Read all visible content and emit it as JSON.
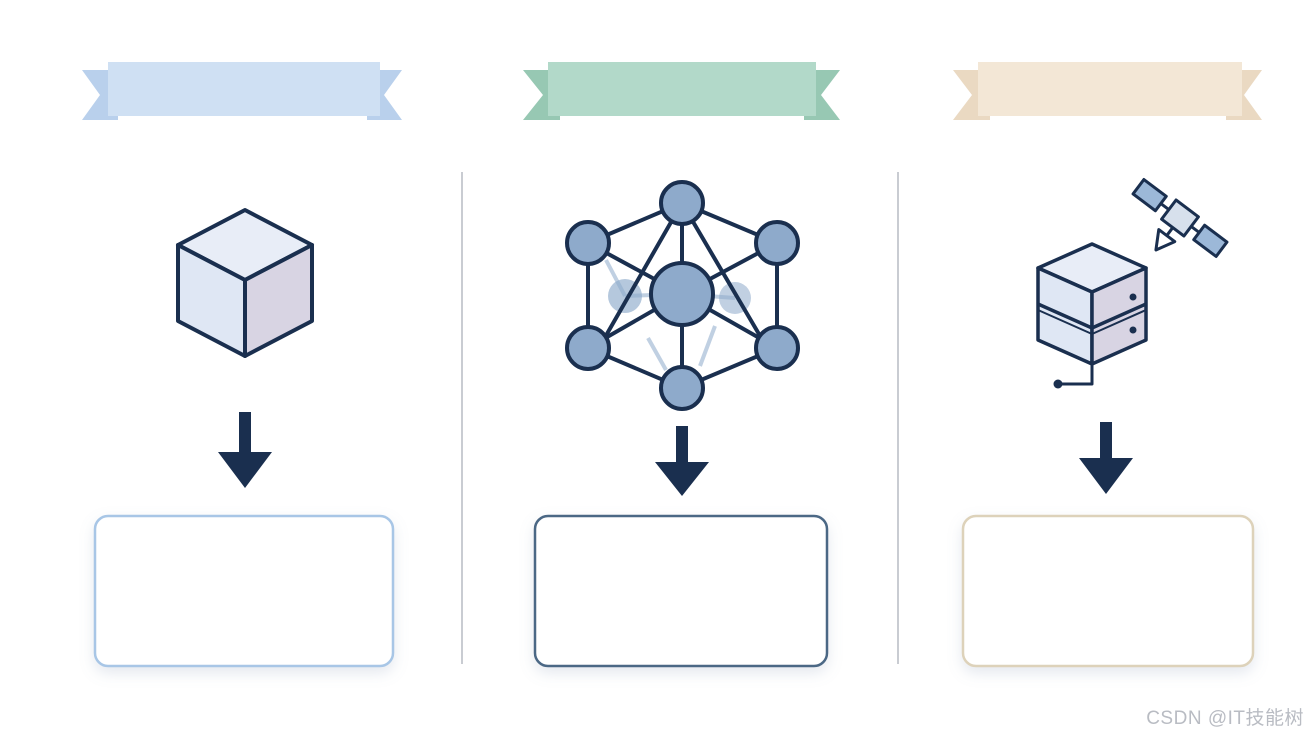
{
  "watermark": "CSDN @IT技能树",
  "columns": [
    {
      "id": "col-1",
      "banner_color": "#cfe0f3",
      "banner_fold": "#b9d0ec",
      "box_border": "#a8c6e6",
      "icon": "cube-icon"
    },
    {
      "id": "col-2",
      "banner_color": "#b2d9c9",
      "banner_fold": "#97c8b3",
      "box_border": "#4c6785",
      "icon": "network-graph-icon"
    },
    {
      "id": "col-3",
      "banner_color": "#f3e7d6",
      "banner_fold": "#ead9c2",
      "box_border": "#ddd2ba",
      "icon": "server-satellite-icon"
    }
  ],
  "colors": {
    "ink": "#1a2f4f",
    "node_fill": "#8eaacb",
    "divider": "#c9ccd2",
    "cube_top": "#e8edf7",
    "cube_left": "#dfe7f4",
    "cube_right": "#d8d4e3"
  }
}
